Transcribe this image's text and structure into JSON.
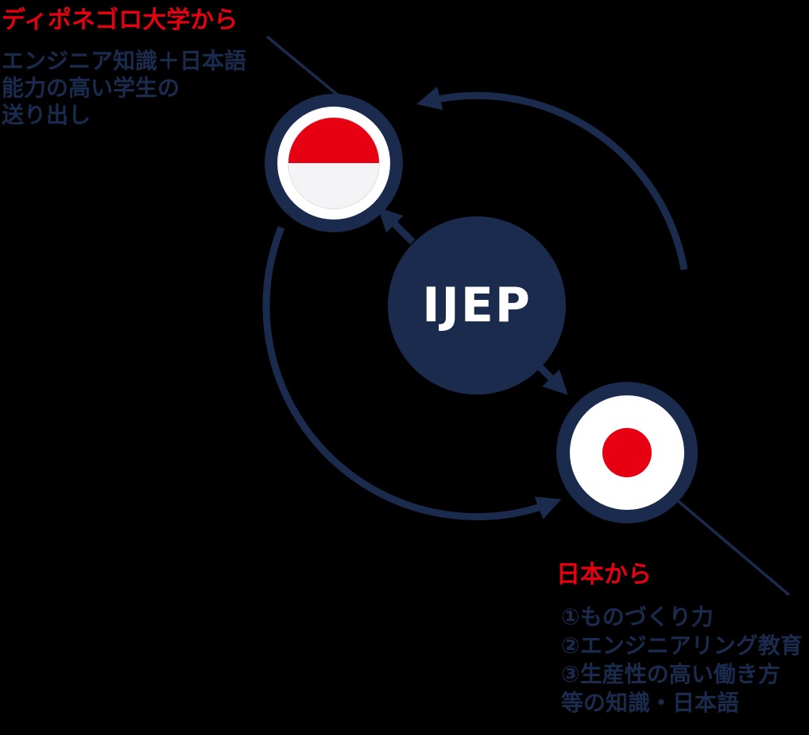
{
  "colors": {
    "bg": "#000000",
    "navy": "#1b2b4d",
    "red": "#e60012",
    "white": "#ffffff",
    "flagwhite": "#f4f4f6"
  },
  "center": {
    "label": "IJEP"
  },
  "indonesia": {
    "title": "ディポネゴロ大学から",
    "description_lines": [
      "エンジニア知識＋日本語",
      "能力の高い学生の",
      "送り出し"
    ],
    "flag_icon": "indonesia-flag-icon"
  },
  "japan": {
    "title": "日本から",
    "description_lines": [
      "①ものづくり力",
      "②エンジニアリング教育",
      "③生産性の高い働き方",
      "等の知識・日本語"
    ],
    "flag_icon": "japan-flag-icon"
  }
}
